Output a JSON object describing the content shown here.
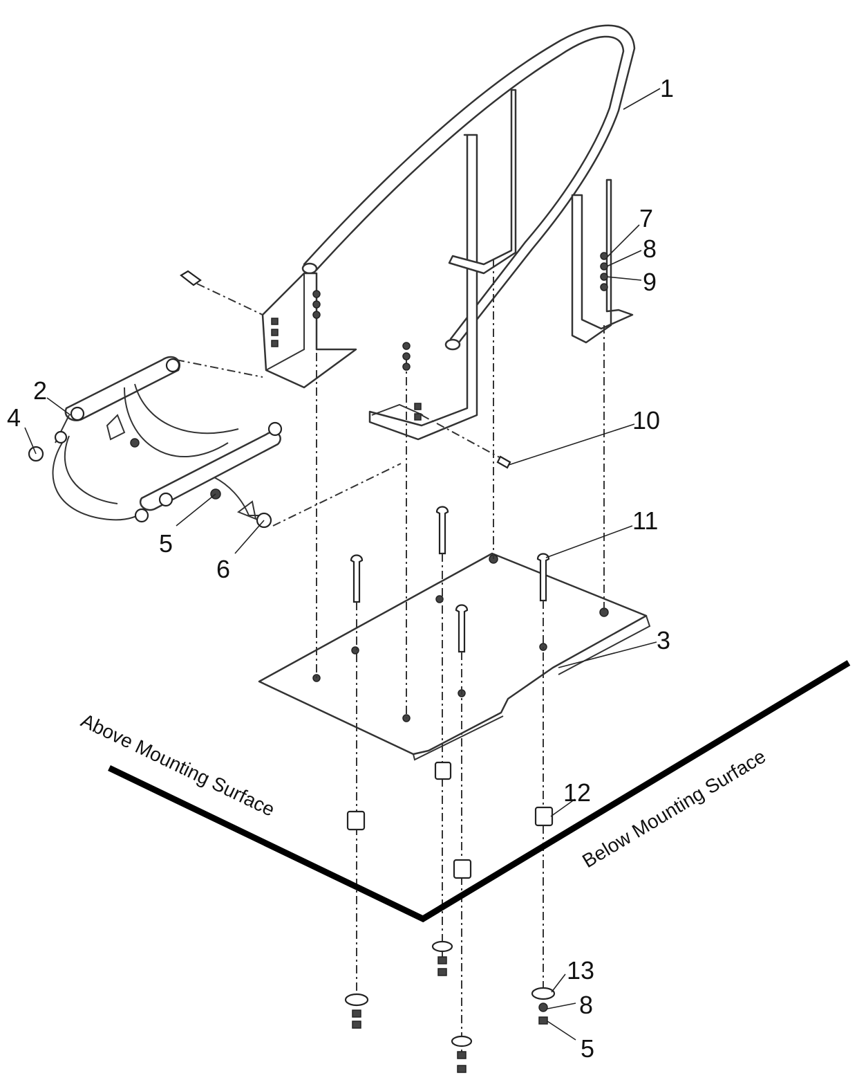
{
  "callouts": {
    "c1": "1",
    "c2": "2",
    "c3": "3",
    "c4": "4",
    "c5a": "5",
    "c5b": "5",
    "c6": "6",
    "c7": "7",
    "c8a": "8",
    "c8b": "8",
    "c9": "9",
    "c10": "10",
    "c11": "11",
    "c12": "12",
    "c13": "13"
  },
  "surfaces": {
    "above": "Above Mounting Surface",
    "below": "Below Mounting Surface"
  },
  "colors": {
    "line": "#333333",
    "surface_line": "#000000",
    "background": "#ffffff"
  }
}
